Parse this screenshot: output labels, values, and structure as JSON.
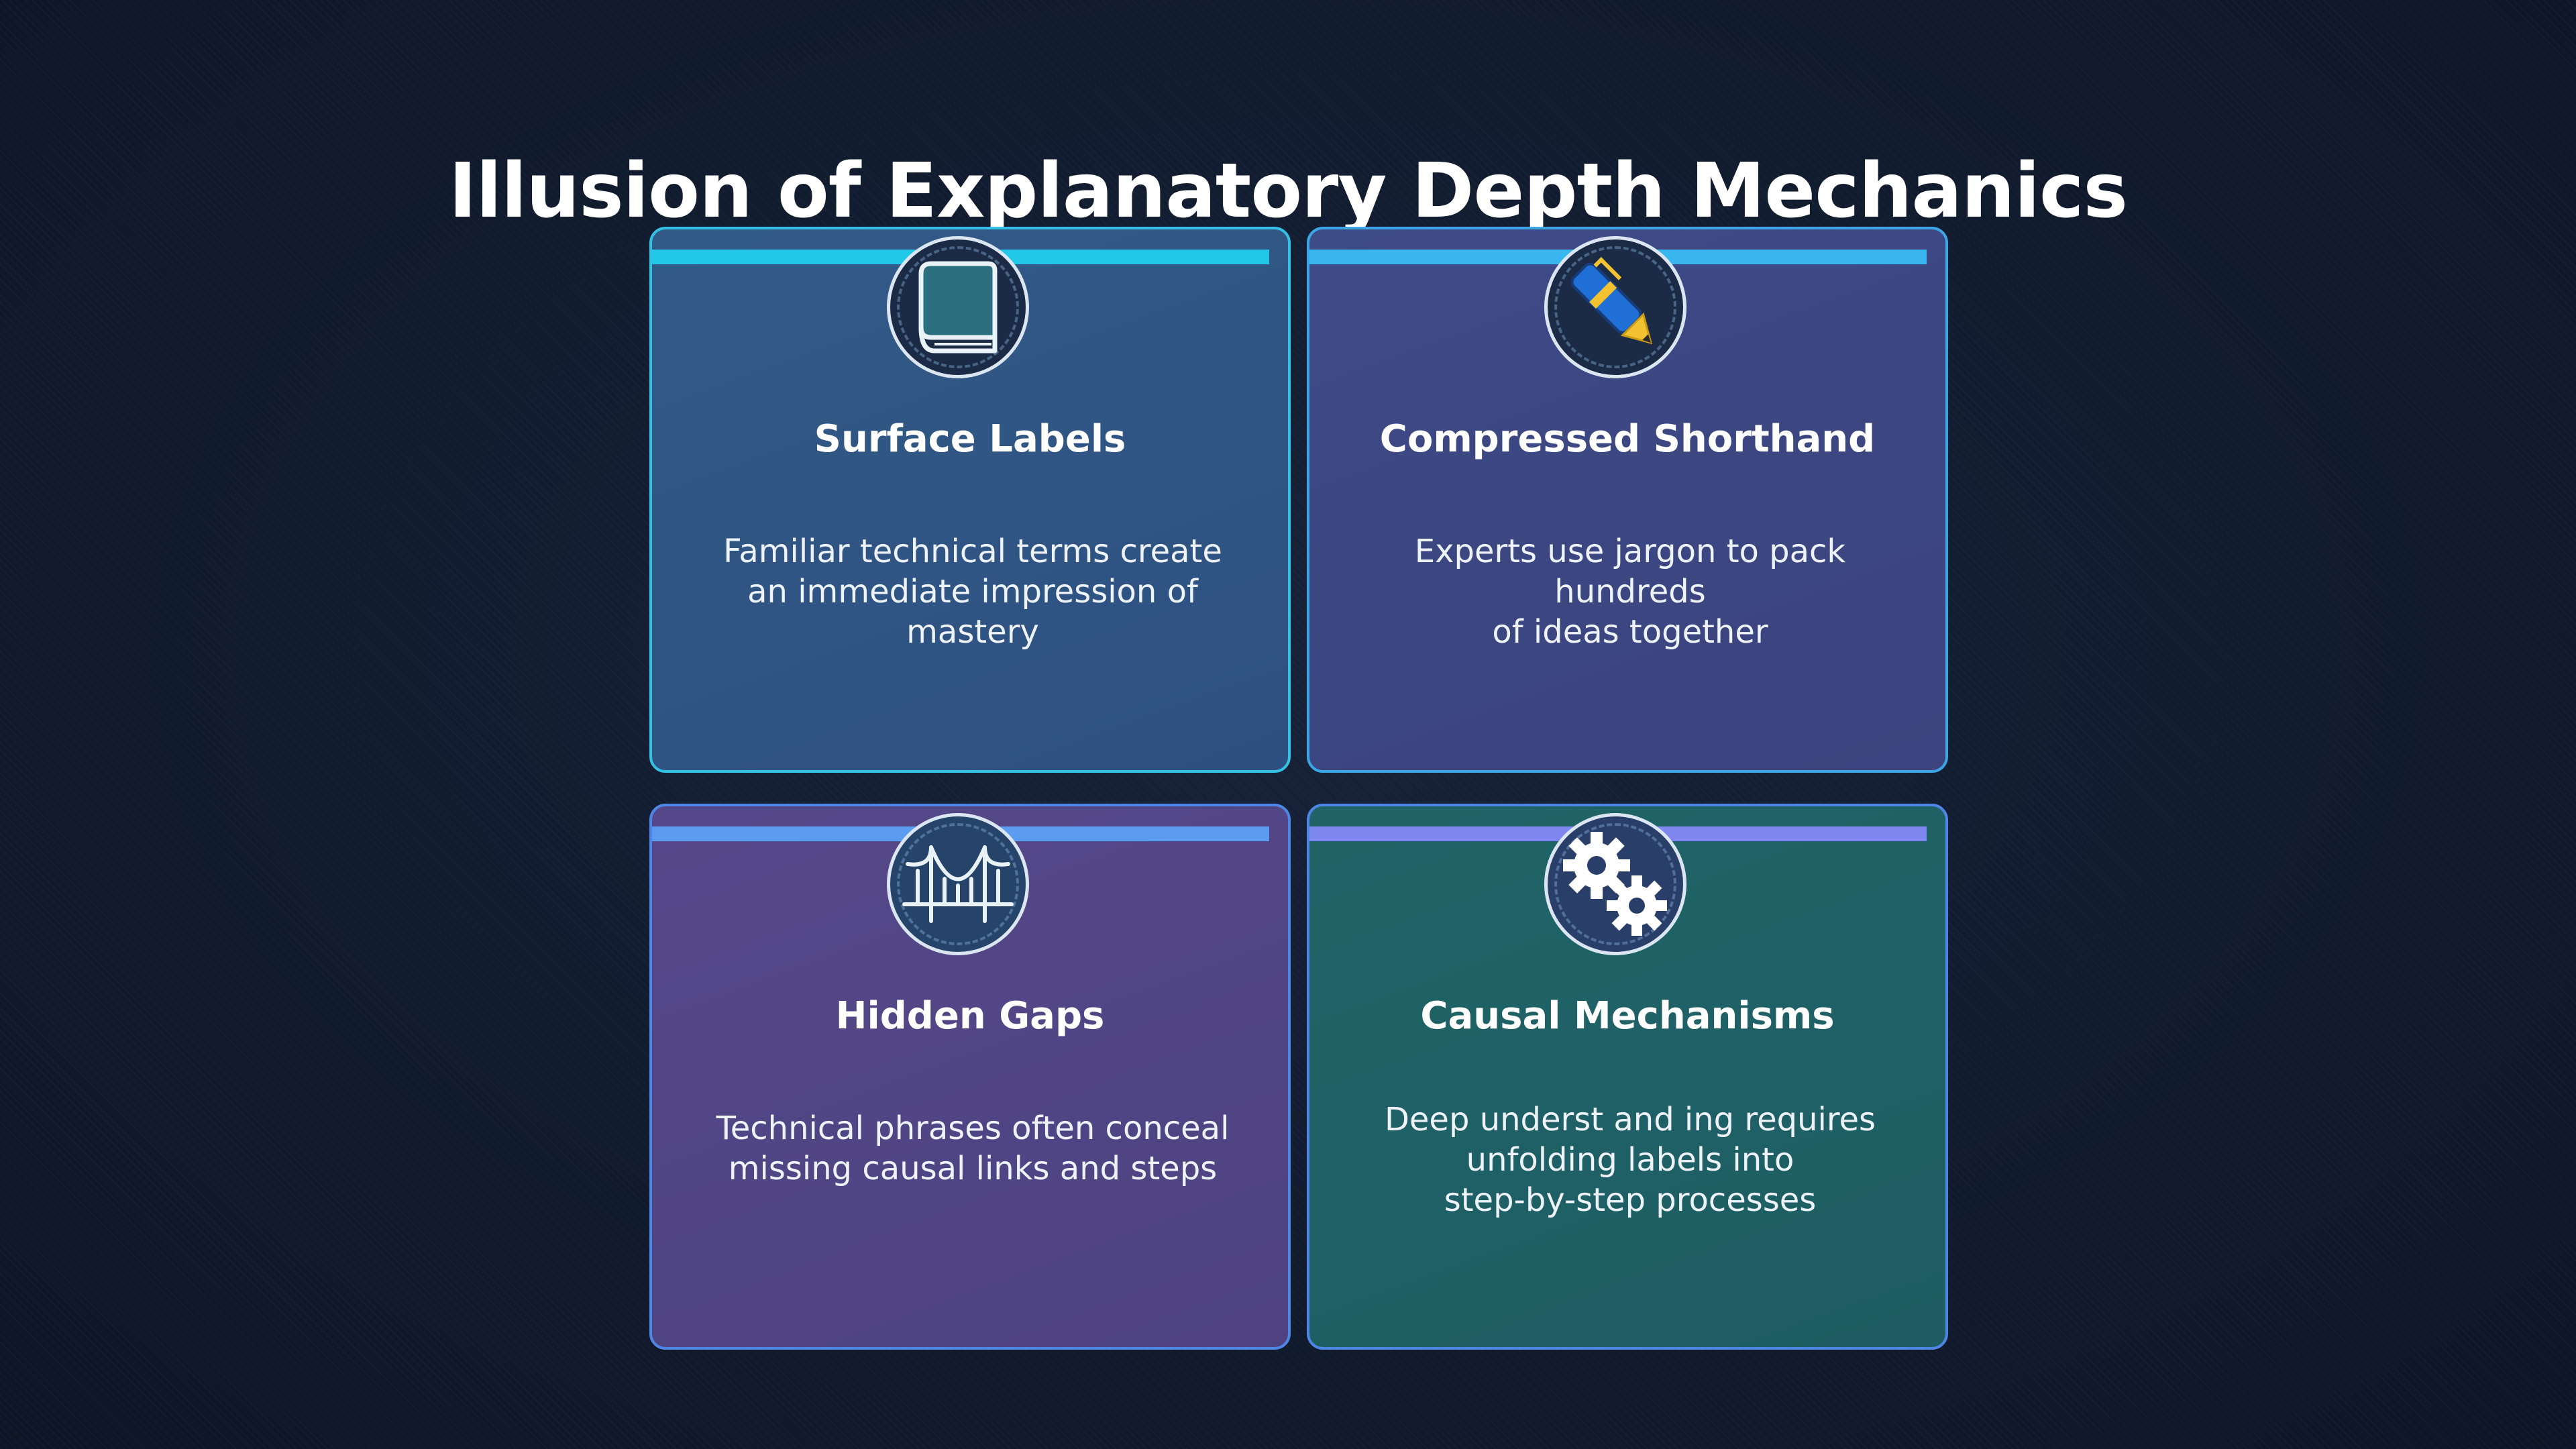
{
  "title": "Illusion of Explanatory Depth Mechanics",
  "cards": [
    {
      "title": "Surface Labels",
      "lines": [
        "Familiar technical terms create",
        "an immediate impression of mastery"
      ],
      "icon": "book-icon"
    },
    {
      "title": "Compressed Shorthand",
      "lines": [
        "Experts use jargon to pack hundreds",
        "of ideas together"
      ],
      "icon": "pen-icon"
    },
    {
      "title": "Hidden Gaps",
      "lines": [
        "Technical phrases often conceal",
        "missing causal links and steps"
      ],
      "icon": "bridge-icon"
    },
    {
      "title": "Causal Mechanisms",
      "lines": [
        "Deep underst and ing requires",
        "unfolding labels into",
        "step-by-step processes"
      ],
      "icon": "gears-icon"
    }
  ],
  "colors": {
    "background": "#111b2e",
    "card1": "#2e5080",
    "card2": "#3c437e",
    "card3": "#4e4380",
    "card4": "#1d5d63",
    "bar1": "#22c8e8",
    "bar2": "#3ab6ef",
    "bar3": "#5b9bf0",
    "bar4": "#7f88ef"
  }
}
